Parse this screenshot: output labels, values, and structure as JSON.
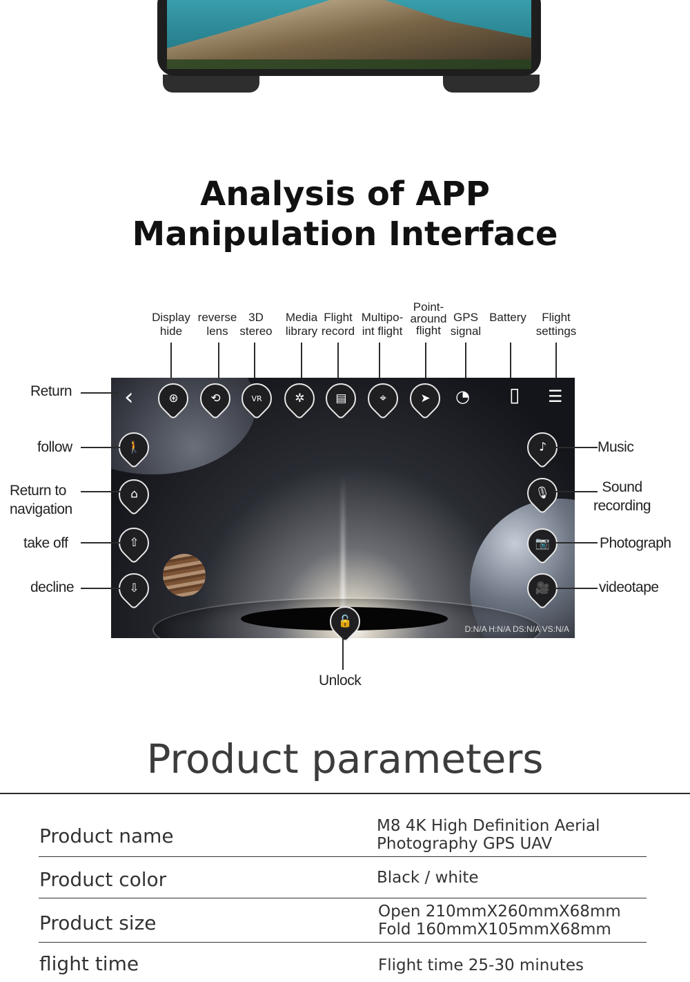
{
  "analysis": {
    "title_line1": "Analysis of APP",
    "title_line2": "Manipulation Interface"
  },
  "top_labels": [
    {
      "line1": "Display",
      "line2": "hide"
    },
    {
      "line1": "reverse",
      "line2": "lens"
    },
    {
      "line1": "3D",
      "line2": "stereo"
    },
    {
      "line1": "Media",
      "line2": "library"
    },
    {
      "line1": "Flight",
      "line2": "record"
    },
    {
      "line1": "Multipo-",
      "line2": "int flight"
    },
    {
      "line1": "Point-",
      "line2": "around",
      "line3": "flight"
    },
    {
      "line1": "GPS",
      "line2": "signal"
    },
    {
      "line1": "",
      "line2": "Battery"
    },
    {
      "line1": "Flight",
      "line2": "settings"
    }
  ],
  "left_labels": {
    "return": "Return",
    "follow": "follow",
    "return_nav_line1": "Return to",
    "return_nav_line2": "navigation",
    "take_off": "take off",
    "decline": "decline"
  },
  "right_labels": {
    "music": "Music",
    "sound_line1": "Sound",
    "sound_line2": "recording",
    "photograph": "Photograph",
    "videotape": "videotape"
  },
  "bottom_label": "Unlock",
  "screen": {
    "status_readout": "D:N/A H:N/A DS:N/A VS:N/A",
    "icons": {
      "back": "‹",
      "gamepad": "⊛",
      "reverse": "⟲",
      "vr": "VR",
      "media": "✲",
      "record": "▤",
      "multipoint": "⌖",
      "orbit": "➤",
      "gps": "◔",
      "battery": "▯",
      "menu": "☰",
      "follow": "🚶",
      "return_home": "⌂",
      "take_off": "⇧",
      "decline": "⇩",
      "music": "♪",
      "mic": "🎙",
      "camera": "📷",
      "video": "🎥",
      "unlock": "🔓"
    }
  },
  "params": {
    "title": "Product parameters",
    "rows": [
      {
        "label": "Product name",
        "value_line1": "M8 4K High Definition Aerial",
        "value_line2": "Photography GPS UAV"
      },
      {
        "label": "Product color",
        "value_line1": "Black / white",
        "value_line2": ""
      },
      {
        "label": "Product size",
        "value_line1": "Open 210mmX260mmX68mm",
        "value_line2": "Fold 160mmX105mmX68mm"
      },
      {
        "label": "flight time",
        "value_line1": "Flight time 25-30 minutes",
        "value_line2": ""
      }
    ]
  },
  "colors": {
    "accent": "#1f1f22",
    "text": "#1a1a1a",
    "icon_border": "#e8e8e8"
  }
}
